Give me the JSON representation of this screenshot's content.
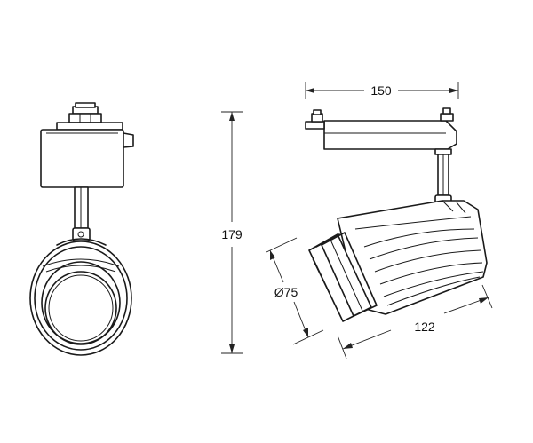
{
  "dimensions": {
    "width_label": "150",
    "height_label": "179",
    "diameter_label": "Ø75",
    "length_label": "122"
  },
  "colors": {
    "line": "#1a1a1a",
    "background": "#ffffff"
  }
}
